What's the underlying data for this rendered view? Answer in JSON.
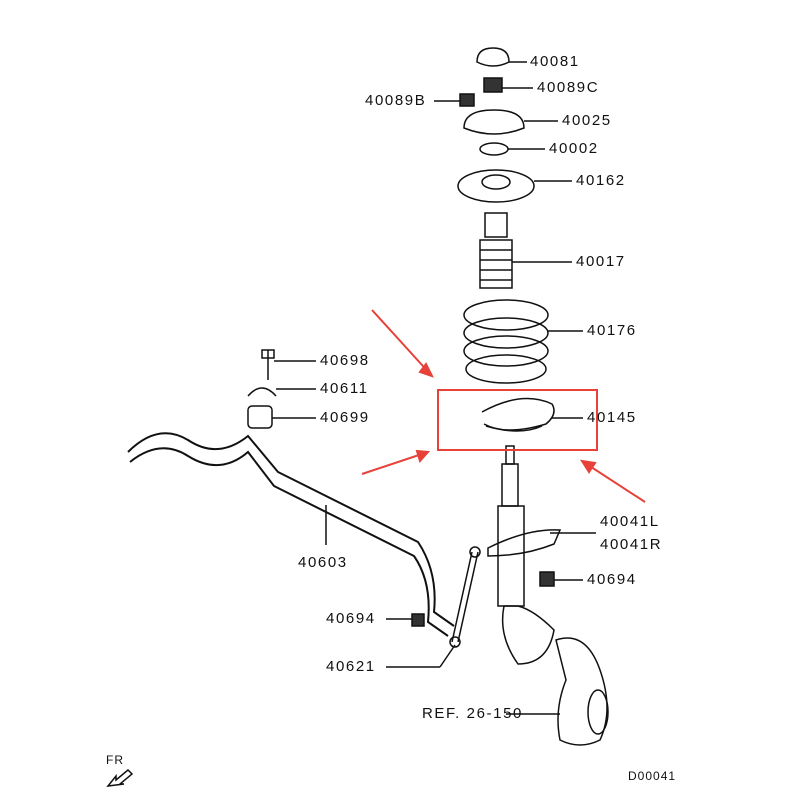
{
  "labels": {
    "p40081": "40081",
    "p40089c": "40089C",
    "p40089b": "40089B",
    "p40025": "40025",
    "p40002": "40002",
    "p40162": "40162",
    "p40017": "40017",
    "p40176": "40176",
    "p40698": "40698",
    "p40611": "40611",
    "p40699": "40699",
    "p40145": "40145",
    "p40041l": "40041L",
    "p40041r": "40041R",
    "p40603": "40603",
    "p40694_right": "40694",
    "p40694_left": "40694",
    "p40621": "40621",
    "ref": "REF. 26-150",
    "fr": "FR",
    "diagram_id": "D00041"
  },
  "highlight": {
    "color": "#e8413a",
    "part": "40145"
  },
  "line_color": "#111111"
}
